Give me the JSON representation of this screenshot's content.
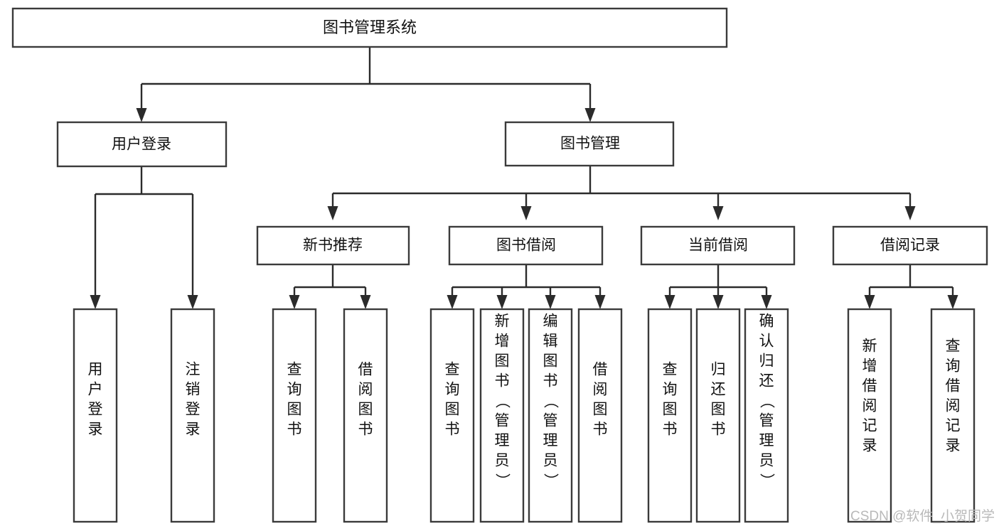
{
  "diagram": {
    "title": "图书管理系统",
    "type": "tree-hierarchy-diagram",
    "colors": {
      "box_stroke": "#3b3b3b",
      "box_fill": "#ffffff",
      "connector": "#2b2b2b",
      "text": "#111111",
      "watermark": "#b9b9b9",
      "background": "#ffffff"
    },
    "nodes": {
      "root": {
        "label": "图书管理系统"
      },
      "level2": [
        {
          "label": "用户登录"
        },
        {
          "label": "图书管理"
        }
      ],
      "level3": [
        {
          "label": "新书推荐"
        },
        {
          "label": "图书借阅"
        },
        {
          "label": "当前借阅"
        },
        {
          "label": "借阅记录"
        }
      ],
      "leaves": {
        "user_login": [
          {
            "label": "用户登录"
          },
          {
            "label": "注销登录"
          }
        ],
        "new_book_recommend": [
          {
            "label": "查询图书"
          },
          {
            "label": "借阅图书"
          }
        ],
        "book_borrow": [
          {
            "label": "查询图书"
          },
          {
            "label": "新增图书（管理员）"
          },
          {
            "label": "编辑图书（管理员）"
          },
          {
            "label": "借阅图书"
          }
        ],
        "current_borrow": [
          {
            "label": "查询图书"
          },
          {
            "label": "归还图书"
          },
          {
            "label": "确认归还（管理员）"
          }
        ],
        "borrow_record": [
          {
            "label": "新增借阅记录"
          },
          {
            "label": "查询借阅记录"
          }
        ]
      }
    },
    "watermark": "CSDN @软件_小贺同学"
  }
}
